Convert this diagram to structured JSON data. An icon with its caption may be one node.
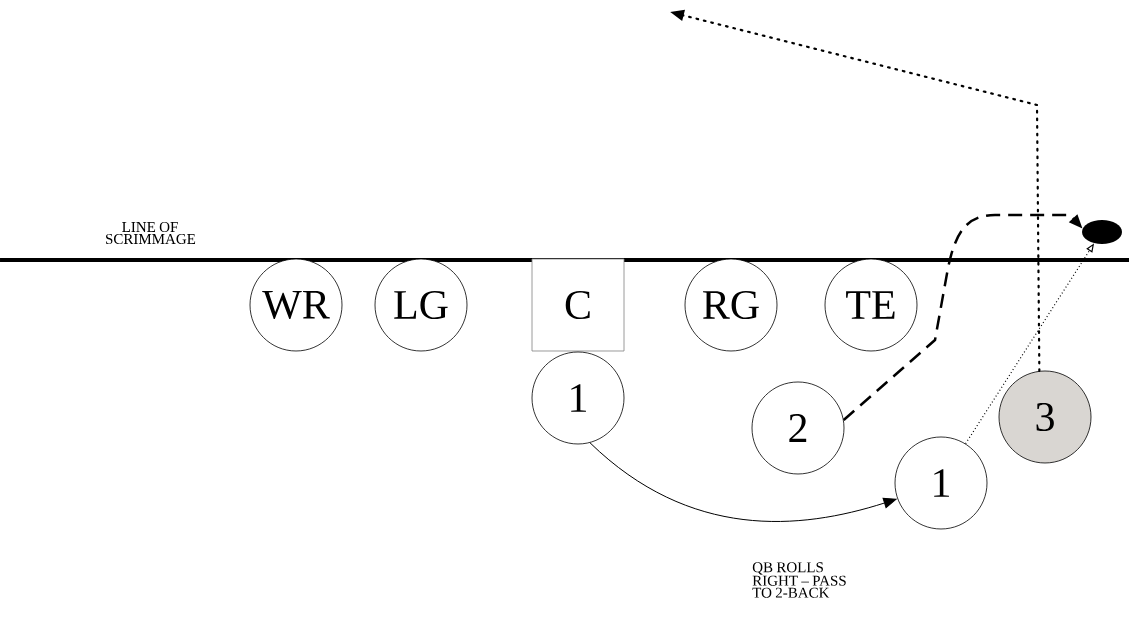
{
  "diagram": {
    "nodes": [
      {
        "text": [
          "WR"
        ]
      },
      {
        "text": [
          "LG"
        ]
      },
      {
        "text": [
          "C"
        ]
      },
      {
        "text": [
          "RG"
        ]
      },
      {
        "text": [
          "TE"
        ]
      },
      {
        "text": [
          "1"
        ]
      },
      {
        "text": [
          "2"
        ]
      },
      {
        "text": [
          "1"
        ]
      },
      {
        "text": [
          "3"
        ]
      },
      {
        "text": [],
        "shape": "ellipse"
      }
    ],
    "edges": [
      {
        "from": 5,
        "to": 7,
        "arrow": "to"
      },
      {
        "from": 6,
        "to": 9,
        "arrow": "to",
        "style": "dashed"
      },
      {
        "from": 7,
        "to": 9,
        "arrow": "to",
        "style": "dashed"
      },
      {
        "from": 8,
        "to": null,
        "arrow": "to",
        "style": "dashed"
      }
    ],
    "labels": [
      "LINE OF SCRIMMAGE",
      "QB ROLLS RIGHT – PASS TO 2-BACK"
    ]
  }
}
